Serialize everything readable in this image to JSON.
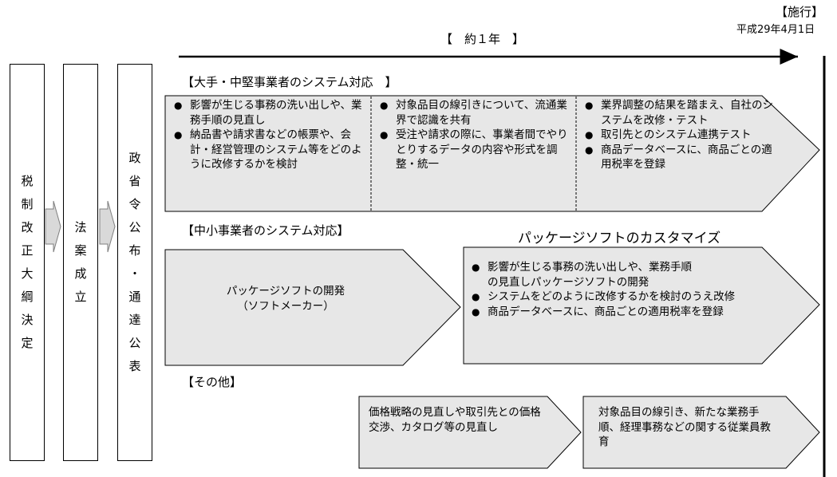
{
  "timeline": {
    "period_label": "【　約１年　】",
    "effective_label": "【施行】",
    "effective_date": "平成29年4月1日"
  },
  "steps": [
    {
      "label": "税制改正大綱決定"
    },
    {
      "label": "法案成立"
    },
    {
      "label": "政省令公布・通達公表"
    }
  ],
  "sections": {
    "large": {
      "title": "【大手・中堅事業者のシステム対応　】",
      "columns": [
        [
          "影響が生じる事務の洗い出しや、業務手順の見直し",
          "納品書や請求書などの帳票や、会計・経営管理のシステム等をどのように改修するかを検討"
        ],
        [
          "対象品目の線引きについて、流通業界で認識を共有",
          "受注や請求の際に、事業者間でやりとりするデータの内容や形式を調整・統一"
        ],
        [
          "業界調整の結果を踏まえ、自社のシステムを改修・テスト",
          "取引先とのシステム連携テスト",
          "商品データベースに、商品ごとの適用税率を登録"
        ]
      ]
    },
    "small": {
      "title": "【中小事業者のシステム対応】",
      "package_dev": {
        "line1": "パッケージソフトの開発",
        "line2": "（ソフトメーカー）"
      },
      "customize_title": "パッケージソフトのカスタマイズ",
      "customize_items": [
        "影響が生じる事務の洗い出しや、業務手順の見直しパッケージソフトの開発",
        "システムをどのように改修するかを検討のうえ改修",
        "商品データベースに、商品ごとの適用税率を登録"
      ]
    },
    "other": {
      "title": "【その他】",
      "left": "価格戦略の見直しや取引先との価格交渉、カタログ等の見直し",
      "right": "対象品目の線引き、新たな業務手順、経理事務などの関する従業員教育"
    }
  }
}
